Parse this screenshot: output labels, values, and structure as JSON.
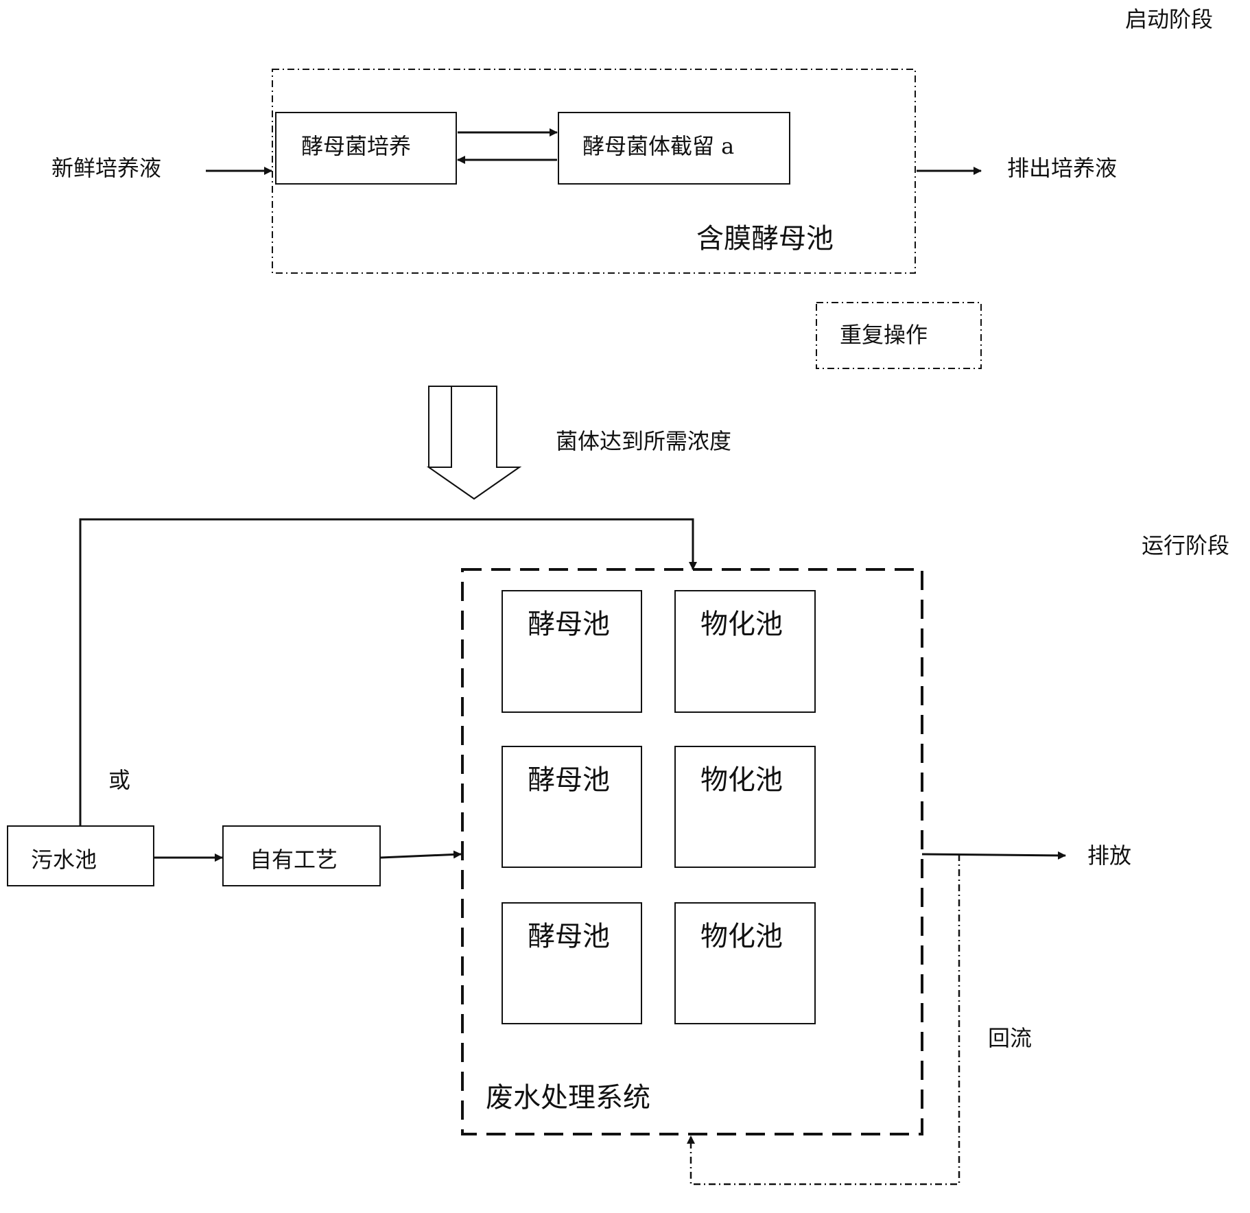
{
  "stages": {
    "startup": "启动阶段",
    "running": "运行阶段"
  },
  "startup": {
    "input_label": "新鲜培养液",
    "output_label": "排出培养液",
    "tank_label": "含膜酵母池",
    "box_culture": "酵母菌培养",
    "box_retention": "酵母菌体截留 a",
    "repeat_label": "重复操作"
  },
  "transition": {
    "label": "菌体达到所需浓度"
  },
  "running": {
    "sewage_tank": "污水池",
    "own_process": "自有工艺",
    "or_label": "或",
    "system_label": "废水处理系统",
    "discharge_label": "排放",
    "reflux_label": "回流",
    "yeast_tank": "酵母池",
    "physchem_tank": "物化池"
  }
}
